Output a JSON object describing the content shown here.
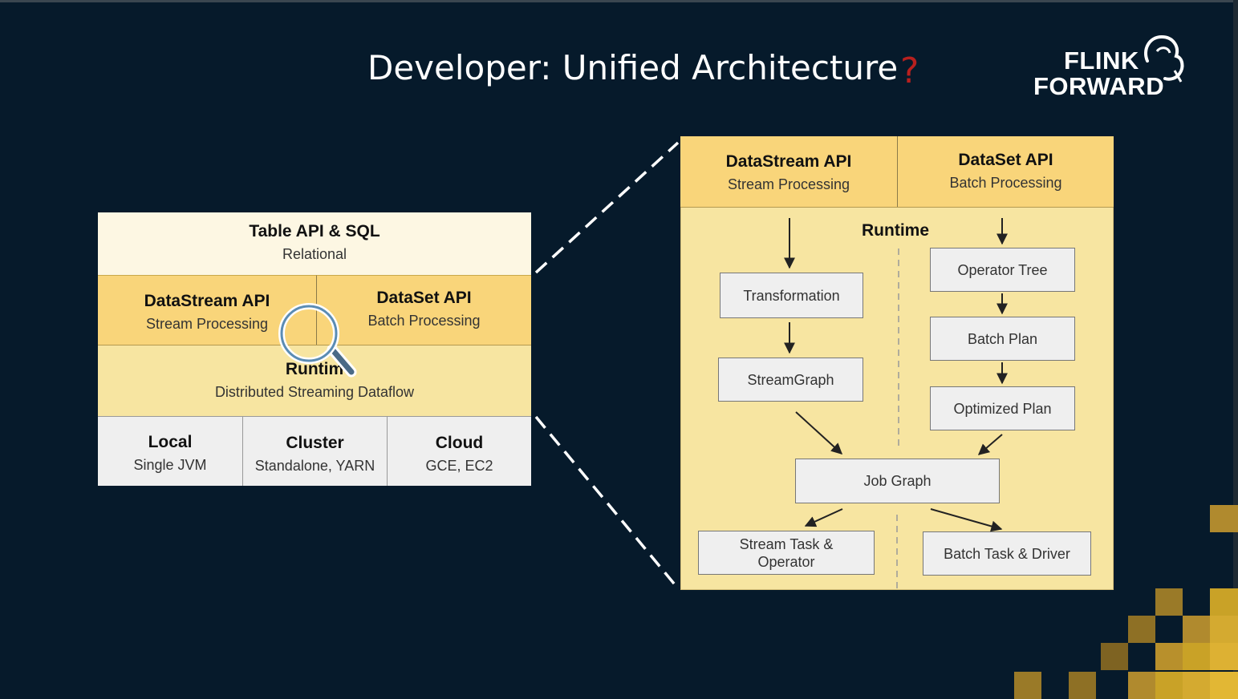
{
  "slide": {
    "title": "Developer: Unified Architecture",
    "question_mark": "?",
    "logo_line1": "FLINK",
    "logo_line2": "FORWARD"
  },
  "stack": {
    "table_api": {
      "title": "Table API & SQL",
      "subtitle": "Relational"
    },
    "datastream": {
      "title": "DataStream API",
      "subtitle": "Stream Processing"
    },
    "dataset": {
      "title": "DataSet API",
      "subtitle": "Batch Processing"
    },
    "runtime": {
      "title": "Runtim",
      "subtitle": "Distributed Streaming Dataflow"
    },
    "local": {
      "title": "Local",
      "subtitle": "Single JVM"
    },
    "cluster": {
      "title": "Cluster",
      "subtitle": "Standalone, YARN"
    },
    "cloud": {
      "title": "Cloud",
      "subtitle": "GCE, EC2"
    }
  },
  "detail": {
    "datastream": {
      "title": "DataStream API",
      "subtitle": "Stream Processing"
    },
    "dataset": {
      "title": "DataSet API",
      "subtitle": "Batch Processing"
    },
    "runtime_label": "Runtime",
    "transformation": "Transformation",
    "streamgraph": "StreamGraph",
    "operator_tree": "Operator Tree",
    "batch_plan": "Batch Plan",
    "optimized_plan": "Optimized Plan",
    "job_graph": "Job Graph",
    "stream_task_line1": "Stream Task &",
    "stream_task_line2": "Operator",
    "batch_task": "Batch Task & Driver"
  },
  "colors": {
    "background": "#061a2b",
    "api_orange": "#f9d57a",
    "runtime_yellow": "#f7e5a1",
    "table_cream": "#fdf7e3",
    "deploy_gray": "#efefef",
    "accent_red": "#b8201e",
    "gold": "#c9a227"
  },
  "icons": [
    "magnifier-icon",
    "squirrel-logo-icon"
  ]
}
